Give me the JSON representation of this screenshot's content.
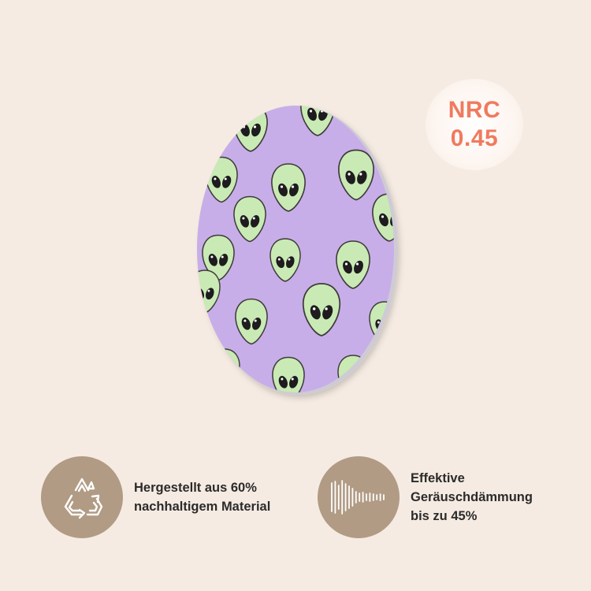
{
  "nrc_badge": {
    "label": "NRC",
    "value": "0.45",
    "color": "#f07a5f"
  },
  "product": {
    "shape": "round acoustic panel",
    "background_color": "#c8aee8",
    "pattern": "green alien heads",
    "pattern_color": "#c9eab4"
  },
  "sound_wave": {
    "gradient_colors": [
      "#f58a57",
      "#f06b7e",
      "#d94fcf"
    ]
  },
  "features": [
    {
      "icon": "recycle-icon",
      "lines": [
        "Hergestellt aus 60%",
        "nachhaltigem Material"
      ]
    },
    {
      "icon": "sound-wave-icon",
      "lines": [
        "Effektive",
        "Geräuschdämmung",
        "bis zu 45%"
      ]
    }
  ],
  "colors": {
    "background": "#f5ebe2",
    "feature_circle": "#b19b84",
    "text": "#2b2b2b"
  }
}
